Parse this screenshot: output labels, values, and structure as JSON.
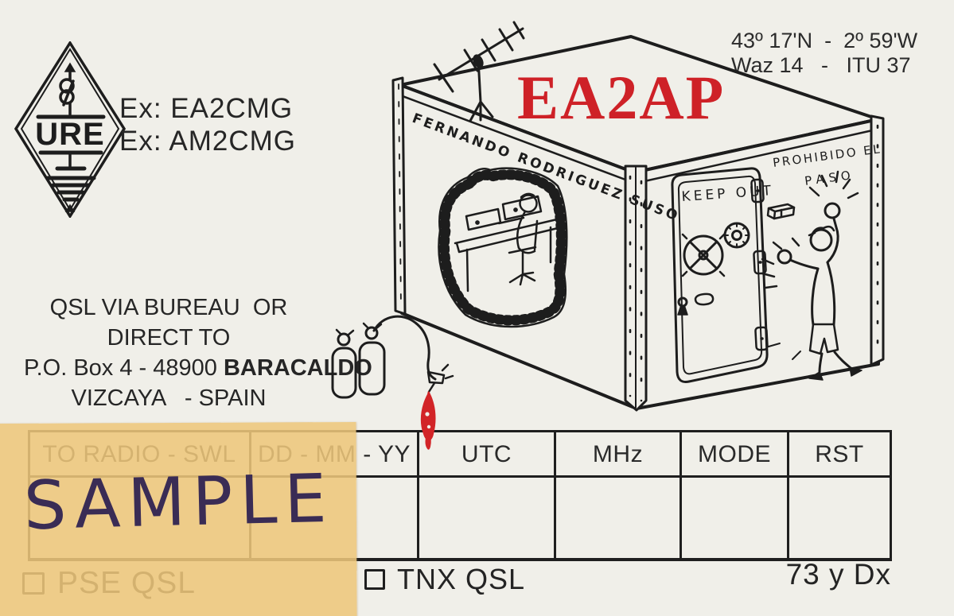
{
  "colors": {
    "card_background": "#f0efe9",
    "ink": "#1f1f1f",
    "callsign_red": "#ce2127",
    "sticky_note": "#eec67d",
    "marker": "#3a2c55"
  },
  "logo": {
    "text": "URE"
  },
  "top": {
    "ex_line1": "Ex: EA2CMG",
    "ex_line2": "Ex: AM2CMG",
    "coords": "43º 17'N  -  2º 59'W",
    "zones": "Waz 14   -   ITU 37",
    "callsign": "EA2AP"
  },
  "drawing": {
    "owner_name": "FERNANDO RODRIGUEZ SUSO",
    "door_sign": "KEEP OUT",
    "wall_sign_line1": "PROHIBIDO EL",
    "wall_sign_line2": "PASO"
  },
  "address": {
    "line1": "QSL VIA BUREAU  OR",
    "line2": "DIRECT TO",
    "line3_normal": "P.O. Box 4 - 48900 ",
    "line3_bold": "BARACALDO",
    "line4": "VIZCAYA   - SPAIN"
  },
  "log_table": {
    "headers": [
      "TO RADIO - SWL",
      "DD - MM - YY",
      "UTC",
      "MHz",
      "MODE",
      "RST"
    ]
  },
  "footer": {
    "pse_label": "PSE QSL",
    "tnx_label": "TNX QSL",
    "closing": "73 y Dx"
  },
  "sticky_note": {
    "text": "SAMPLE"
  }
}
